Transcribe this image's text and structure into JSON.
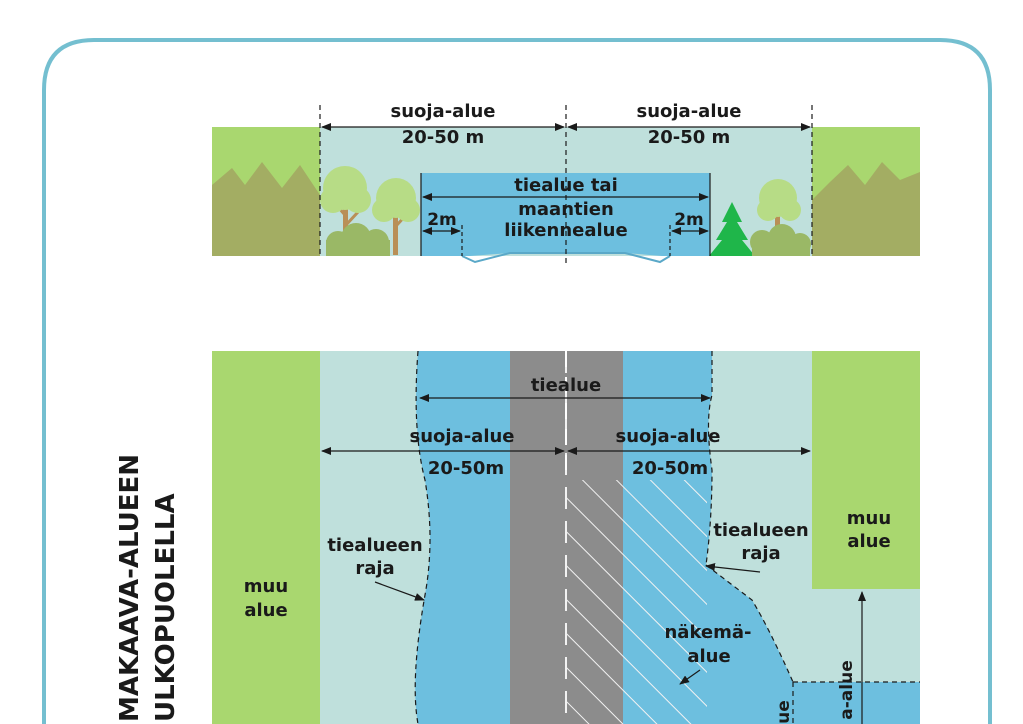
{
  "colors": {
    "frame": "#74bfd0",
    "green": "#a9d76f",
    "mountain": "#a3ad63",
    "protection_zone": "#bfe0dc",
    "road_area": "#6dbfdf",
    "carriageway": "#8c8c8c",
    "tree_leaf": "#b7dc86",
    "tree_trunk": "#b98f57",
    "bush": "#9ab866",
    "spruce": "#1fb64a",
    "text": "#1a1a1a"
  },
  "cross_section": {
    "suoja_left_label": "suoja-alue",
    "suoja_left_width": "20-50 m",
    "suoja_right_label": "suoja-alue",
    "suoja_right_width": "20-50 m",
    "road_area_line1": "tiealue tai",
    "road_area_line2": "maantien",
    "road_area_line3": "liikennealue",
    "margin_left": "2m",
    "margin_right": "2m"
  },
  "plan": {
    "vertical_title_line1": "MAKAAVA-ALUEEN",
    "vertical_title_line2": "ULKOPUOLELLA",
    "road_area_label": "tiealue",
    "suoja_left_label": "suoja-alue",
    "suoja_left_width": "20-50m",
    "suoja_right_label": "suoja-alue",
    "suoja_right_width": "20-50m",
    "boundary_left_line1": "tiealueen",
    "boundary_left_line2": "raja",
    "boundary_right_line1": "tiealueen",
    "boundary_right_line2": "raja",
    "other_left_line1": "muu",
    "other_left_line2": "alue",
    "other_right_line1": "muu",
    "other_right_line2": "alue",
    "sight_line1": "näkemä-",
    "sight_line2": "alue",
    "vertical_small_1": "ue",
    "vertical_small_2": "a-alue"
  }
}
